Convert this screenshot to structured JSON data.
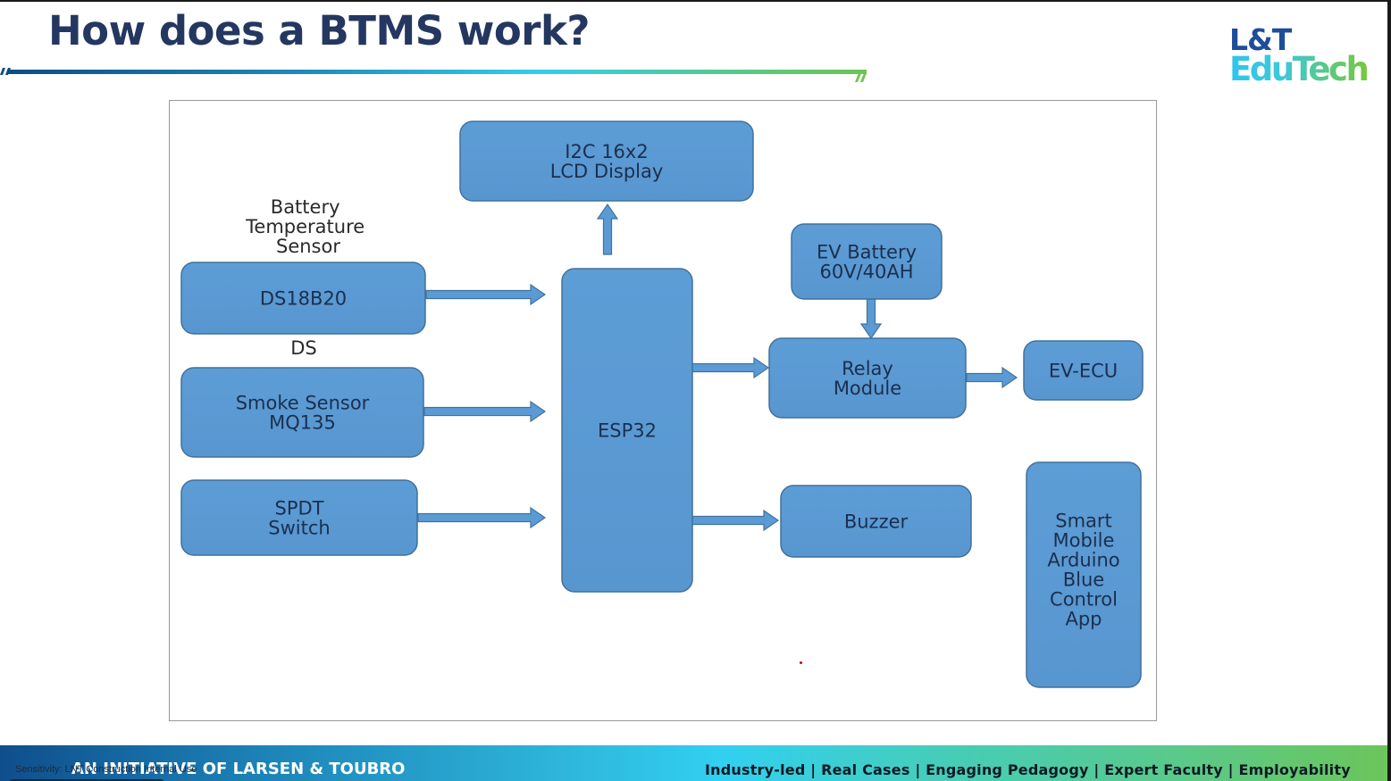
{
  "slide": {
    "title": "How does a BTMS work?",
    "logo": {
      "line1": "L&T",
      "line2": "EduTech"
    }
  },
  "diagram": {
    "block_fill": "#5b9bd5",
    "block_stroke": "#41719c",
    "blocks": [
      {
        "id": "lcd",
        "lines": [
          "I2C 16x2",
          "LCD Display"
        ]
      },
      {
        "id": "ds18b20",
        "lines": [
          "DS18B20"
        ]
      },
      {
        "id": "smoke",
        "lines": [
          "Smoke Sensor",
          "MQ135"
        ]
      },
      {
        "id": "spdt",
        "lines": [
          "SPDT",
          "Switch"
        ]
      },
      {
        "id": "esp32",
        "lines": [
          "ESP32"
        ]
      },
      {
        "id": "ev_battery",
        "lines": [
          "EV Battery",
          "60V/40AH"
        ]
      },
      {
        "id": "relay",
        "lines": [
          "Relay",
          "Module"
        ]
      },
      {
        "id": "ev_ecu",
        "lines": [
          "EV-ECU"
        ]
      },
      {
        "id": "buzzer",
        "lines": [
          "Buzzer"
        ]
      },
      {
        "id": "app",
        "lines": [
          "Smart",
          "Mobile",
          "Arduino",
          "Blue",
          "Control",
          "App"
        ]
      }
    ],
    "labels": {
      "temp_sensor": [
        "Battery",
        "Temperature",
        "Sensor"
      ],
      "ds": "DS"
    },
    "connections": [
      {
        "from": "ds18b20",
        "to": "esp32"
      },
      {
        "from": "smoke",
        "to": "esp32"
      },
      {
        "from": "spdt",
        "to": "esp32"
      },
      {
        "from": "esp32",
        "to": "lcd"
      },
      {
        "from": "esp32",
        "to": "relay"
      },
      {
        "from": "esp32",
        "to": "buzzer"
      },
      {
        "from": "ev_battery",
        "to": "relay"
      },
      {
        "from": "relay",
        "to": "ev_ecu"
      }
    ]
  },
  "footer": {
    "initiative": "AN INITIATIVE OF LARSEN & TOUBRO",
    "sensitivity": "Sensitivity: LNT Construction Internal Use",
    "tagline": "Industry-led | Real Cases | Engaging Pedagogy | Expert Faculty | Employability"
  }
}
